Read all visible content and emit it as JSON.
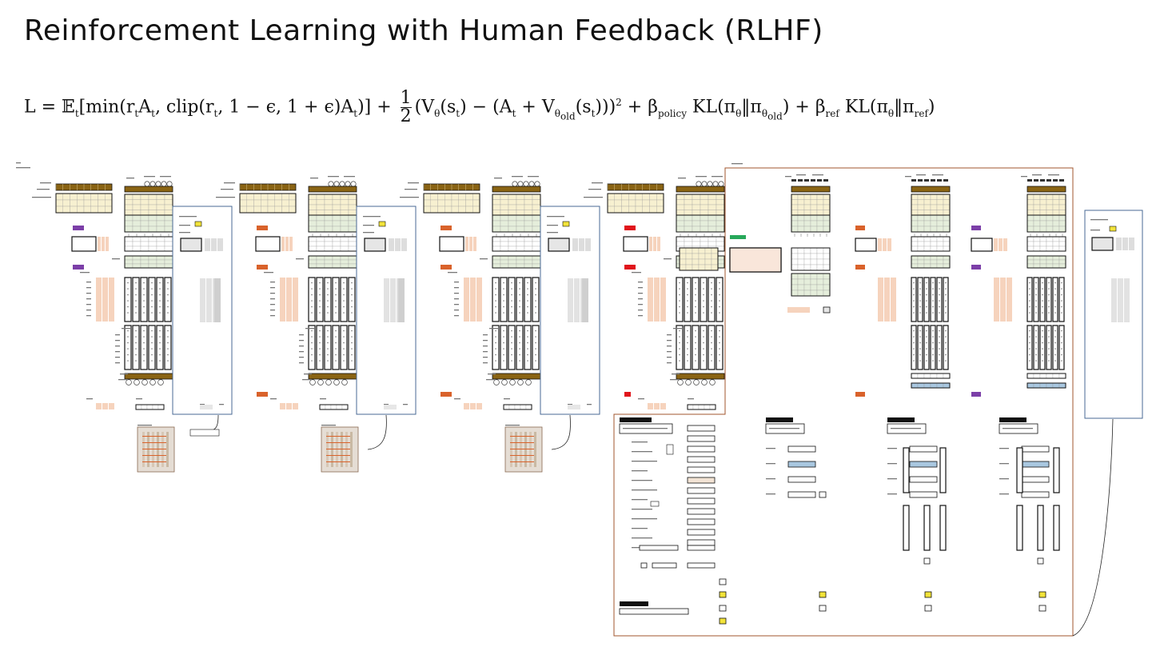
{
  "title": "Reinforcement Learning with Human Feedback (RLHF)",
  "formula": {
    "lhs": "L = 𝔼",
    "sub_t": "t",
    "part1": "[min(r",
    "part1b": "A",
    "part1c": ", clip(r",
    "part1d": ", 1 − ϵ, 1 + ϵ)A",
    "part1e": ")]  +  ",
    "frac_num": "1",
    "frac_den": "2",
    "part2": "(V",
    "theta": "θ",
    "part2b": "(s",
    "part2c": ") − (A",
    "part2d": " + V",
    "theta_old": "θ",
    "old": "old",
    "part2e": "(s",
    "part2f": ")))",
    "sq": "2",
    "part3": "  +  β",
    "policy": "policy",
    "part3b": " KL(π",
    "part3c": "‖π",
    "part3d": ")  +  β",
    "ref": "ref",
    "part3e": " KL(π",
    "part3f": "‖π",
    "part3g": ")"
  },
  "colors": {
    "brown": "#8a6414",
    "cream": "#f7f0d0",
    "green_cell": "#e5eedb",
    "orange": "#d9622b",
    "peach": "#f6d3bd",
    "purple": "#7c3fa8",
    "red": "#e0151b",
    "gray": "#dddddd",
    "yellow": "#f2e33a",
    "blue_box": "#4a6a94",
    "frame": "#a0562c",
    "green_btn": "#27a85a",
    "lightblue": "#a9c7e0"
  }
}
